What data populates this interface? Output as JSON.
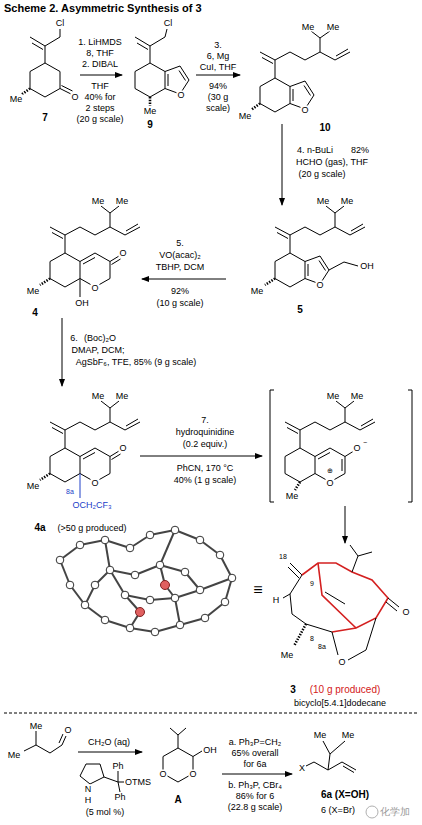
{
  "diagram": {
    "title": "Scheme 2. Asymmetric Synthesis of 3",
    "labels": [
      "Cl",
      "O",
      "Me",
      "7",
      "1. LiHMDS",
      "8, THF",
      "2. DIBAL",
      "THF",
      "40% for",
      "2 steps",
      "(20 g scale)",
      "Cl",
      "O",
      "Me",
      "9",
      "3.",
      "6, Mg",
      "CuI, THF",
      "94%",
      "(30 g",
      "scale)",
      "Me",
      "Me",
      "O",
      "Me",
      "10",
      "4. n-BuLi",
      "82%",
      "HCHO (gas), THF",
      "(20 g scale)",
      "Me",
      "Me",
      "OH",
      "O",
      "Me",
      "5",
      "5.",
      "VO(acac)₂",
      "TBHP, DCM",
      "92%",
      "(10 g scale)",
      "Me",
      "Me",
      "O",
      "O",
      "Me",
      "OH",
      "4",
      "6.",
      "(Boc)₂O",
      "DMAP, DCM;",
      "AgSbF₆, TFE, 85% (9 g scale)",
      "Me",
      "Me",
      "O",
      "O",
      "8a",
      "OCH₂CF₃",
      "Me",
      "4a",
      "(>50 g produced)",
      "7.",
      "hydroquinidine",
      "(0.2 equiv.)",
      "PhCN, 170 °C",
      "40% (1 g scale)",
      "Me",
      "Me",
      "O",
      "−",
      "O",
      "⊕",
      "Me",
      "≡",
      "18",
      "9",
      "H",
      "8",
      "Me",
      "8a",
      "O",
      "O",
      "3",
      "(10 g produced)",
      "bicyclo[5.4.1]dodecane",
      "Me",
      "Me",
      "O",
      "CH₂O (aq)",
      "N",
      "H",
      "Ph",
      "Ph",
      "OTMS",
      "(5 mol %)",
      "O",
      "O",
      "OH",
      "A",
      "a. Ph₃P=CH₂",
      "65% overall",
      "for 6a",
      "b. Ph₃P, CBr₄",
      "86% for 6",
      "(22.8 g scale)",
      "Me",
      "Me",
      "X",
      "6a (X=OH)",
      "6 (X=Br)",
      "化学加"
    ]
  }
}
